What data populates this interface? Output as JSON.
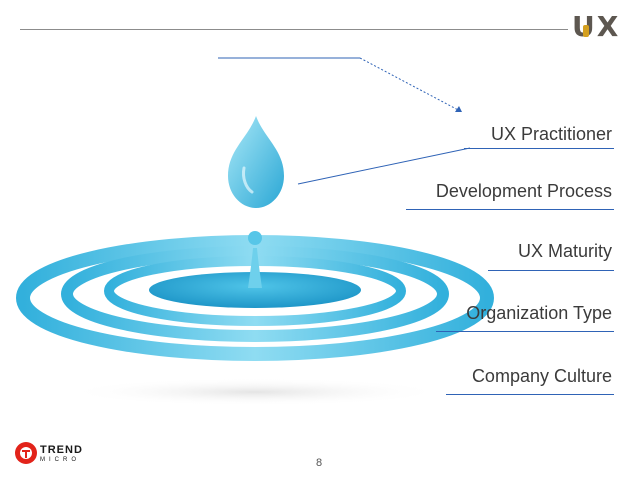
{
  "header": {
    "brand_mark": "UX"
  },
  "factors": [
    {
      "label": "UX Practitioner"
    },
    {
      "label": "Development Process"
    },
    {
      "label": "UX Maturity"
    },
    {
      "label": "Organization Type"
    },
    {
      "label": "Company Culture"
    }
  ],
  "footer": {
    "page_number": "8",
    "logo_word": "TREND",
    "logo_sub": "MICRO"
  },
  "colors": {
    "accent_line": "#2f63b6",
    "water_light": "#7fd8ef",
    "water_dark": "#29a9d6",
    "logo_red": "#e2231a"
  },
  "icons": {
    "droplet": "water-drop-icon",
    "ripples": "water-ripple-icon",
    "logo": "trend-micro-logo-icon"
  }
}
